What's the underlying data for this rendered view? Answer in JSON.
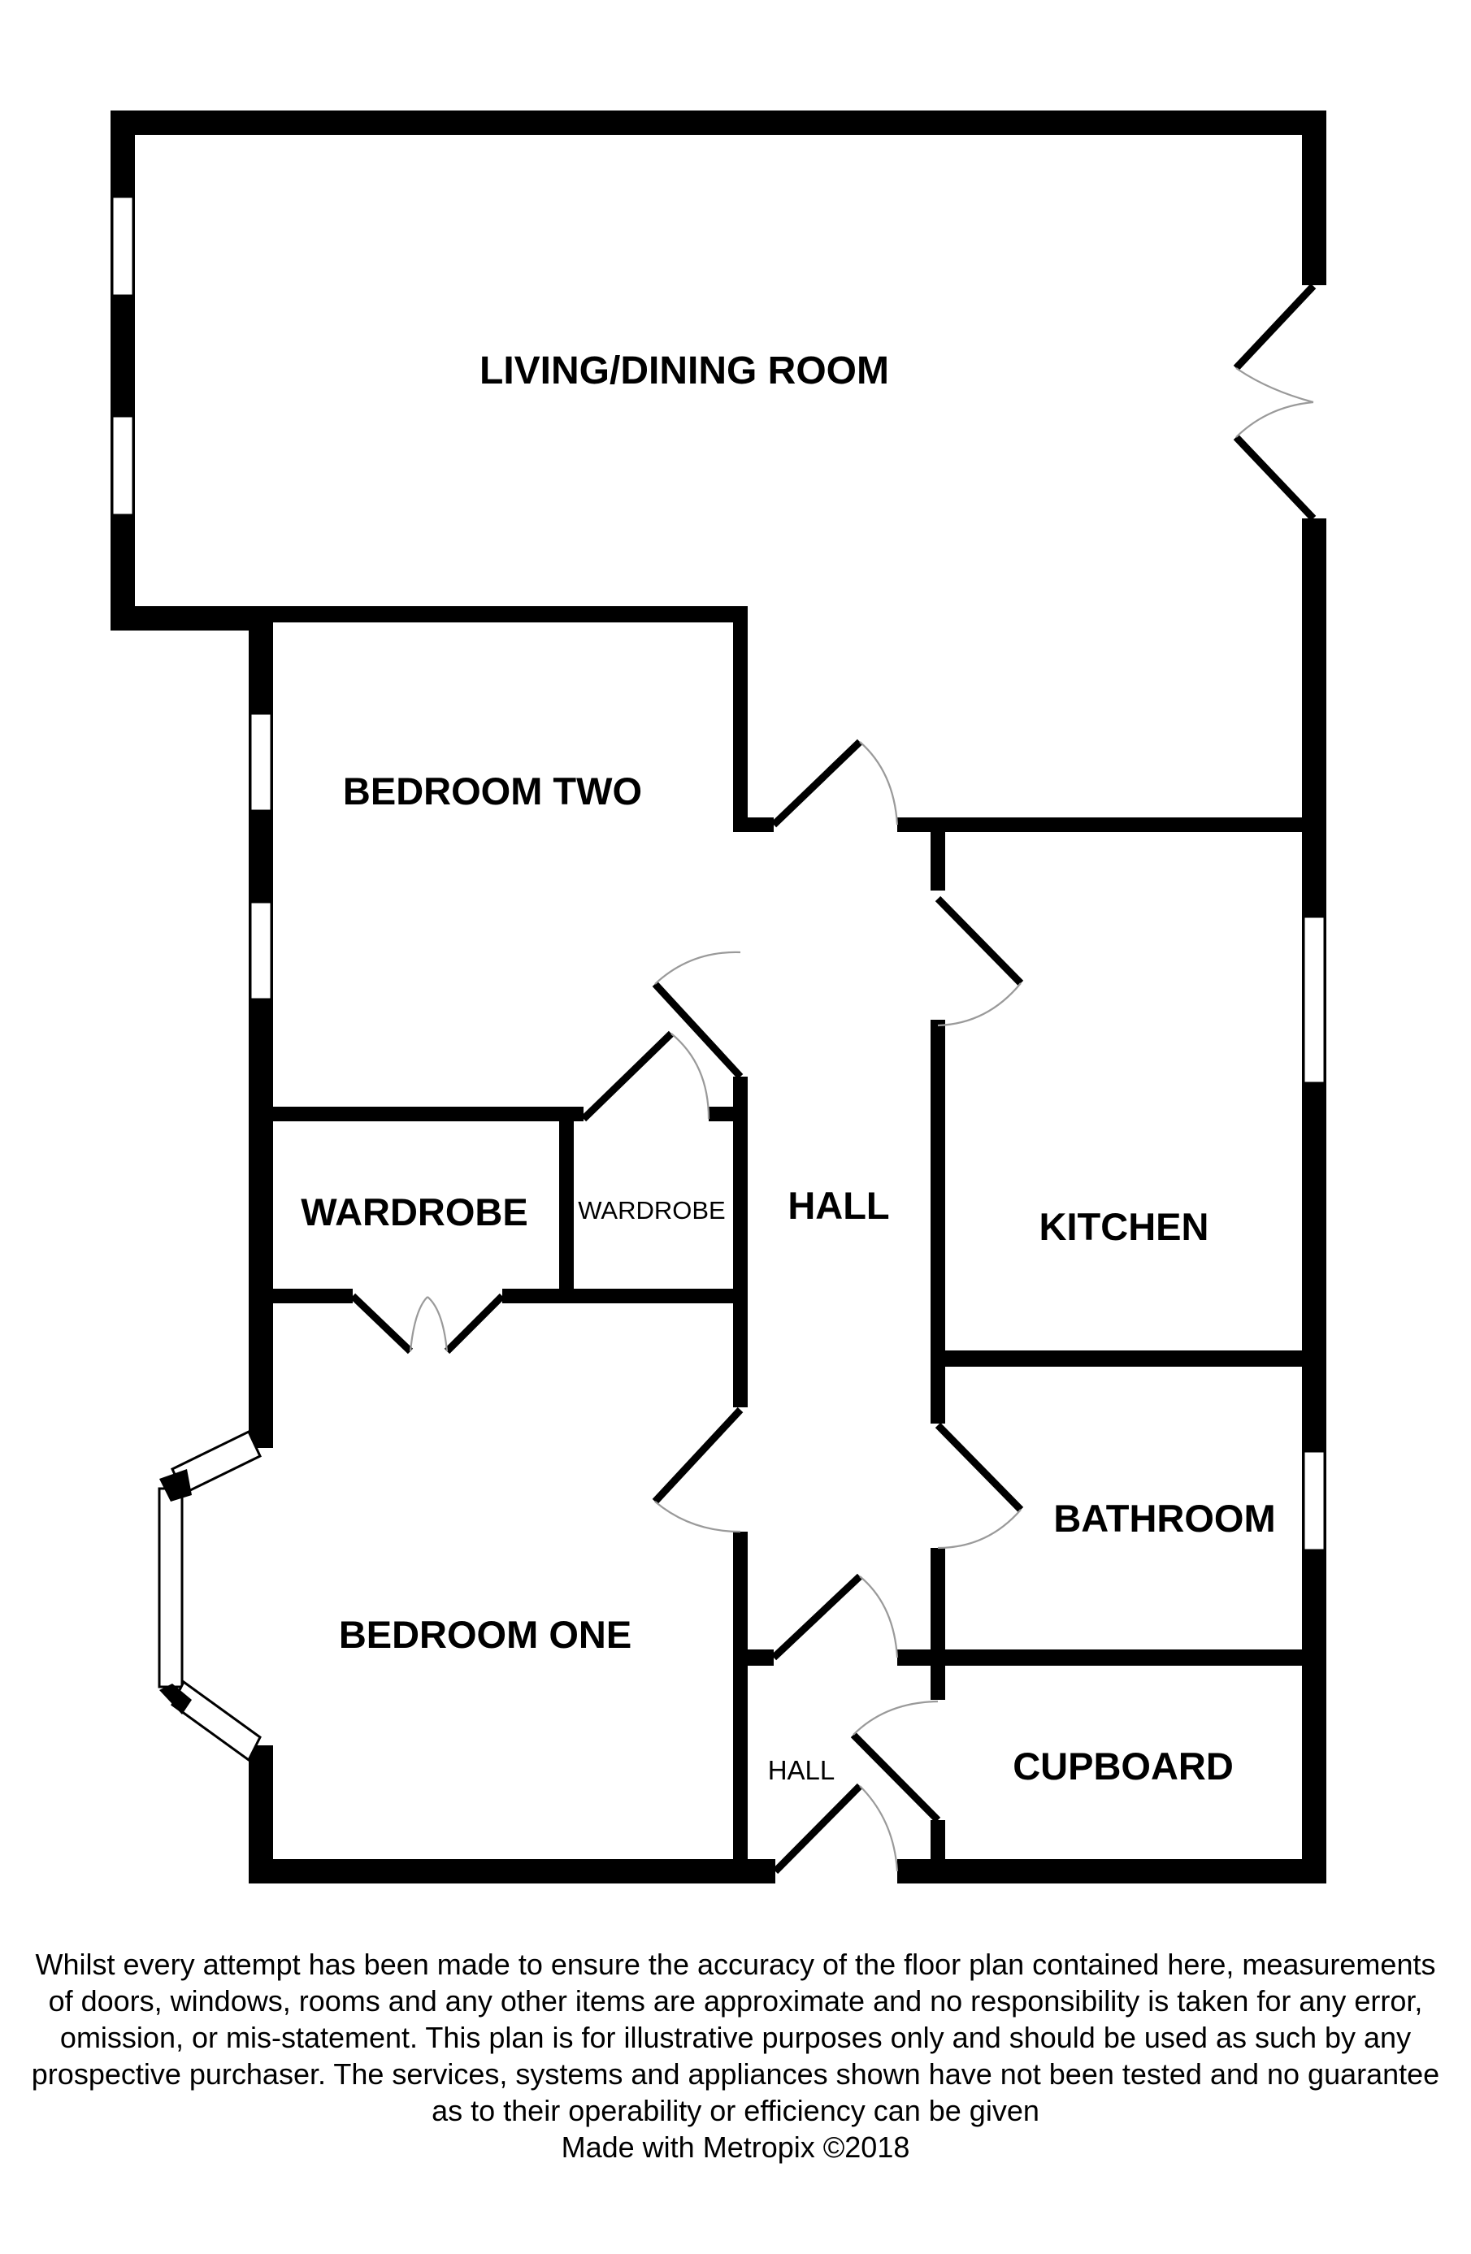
{
  "plan": {
    "rooms": {
      "living": "LIVING/DINING ROOM",
      "bedroom_two": "BEDROOM TWO",
      "wardrobe_large": "WARDROBE",
      "wardrobe_small": "WARDROBE",
      "hall_main": "HALL",
      "kitchen": "KITCHEN",
      "bedroom_one": "BEDROOM ONE",
      "bathroom": "BATHROOM",
      "hall_small": "HALL",
      "cupboard": "CUPBOARD"
    },
    "colors": {
      "wall": "#000000",
      "background": "#ffffff",
      "door_swing": "#9a9a9a"
    }
  },
  "footer": {
    "disclaimer_lines": [
      "Whilst every attempt has been made to ensure the accuracy of the floor plan contained here, measurements",
      "of doors, windows, rooms and any other items are approximate and no responsibility is taken for any error,",
      "omission, or mis-statement. This plan is for illustrative purposes only and should be used as such by any",
      "prospective purchaser. The services, systems and appliances shown have not been tested and no guarantee",
      "as to their operability or efficiency can be given"
    ],
    "credit": "Made with Metropix ©2018"
  }
}
